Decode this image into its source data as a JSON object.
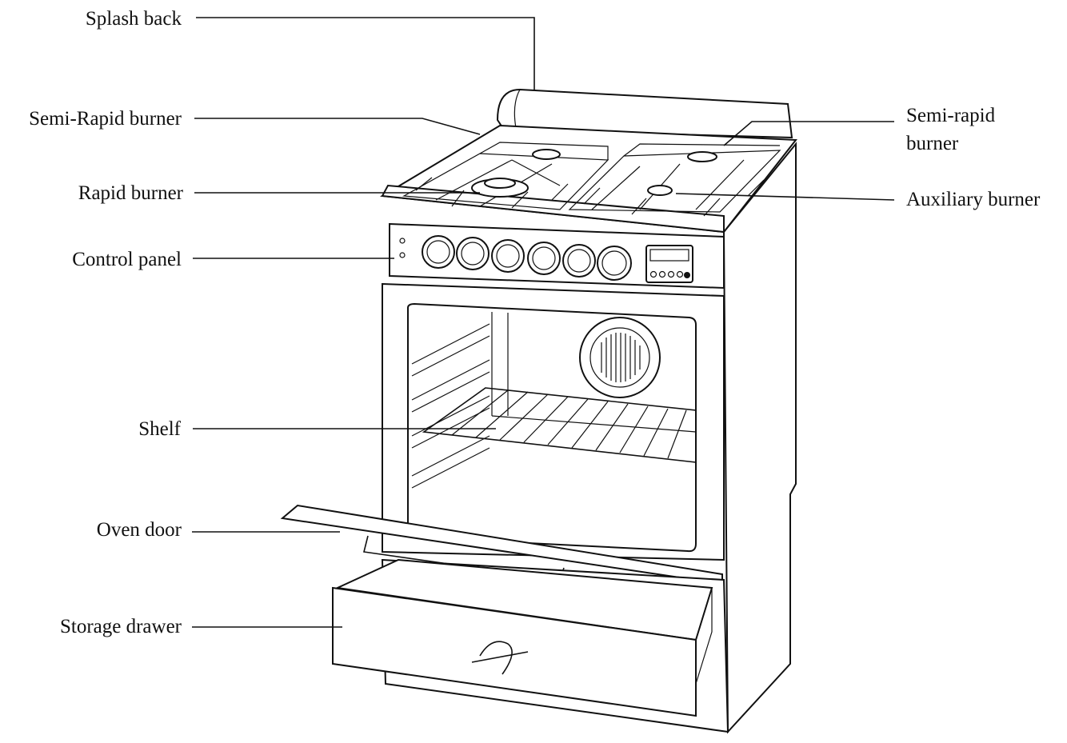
{
  "labels": {
    "splash_back": "Splash back",
    "semi_rapid_left": "Semi-Rapid burner",
    "rapid": "Rapid burner",
    "control_panel": "Control panel",
    "shelf": "Shelf",
    "oven_door": "Oven door",
    "storage_drawer": "Storage drawer",
    "semi_rapid_right_1": "Semi-rapid",
    "semi_rapid_right_2": "burner",
    "auxiliary": "Auxiliary burner"
  },
  "colors": {
    "line": "#111111",
    "background": "#ffffff"
  }
}
